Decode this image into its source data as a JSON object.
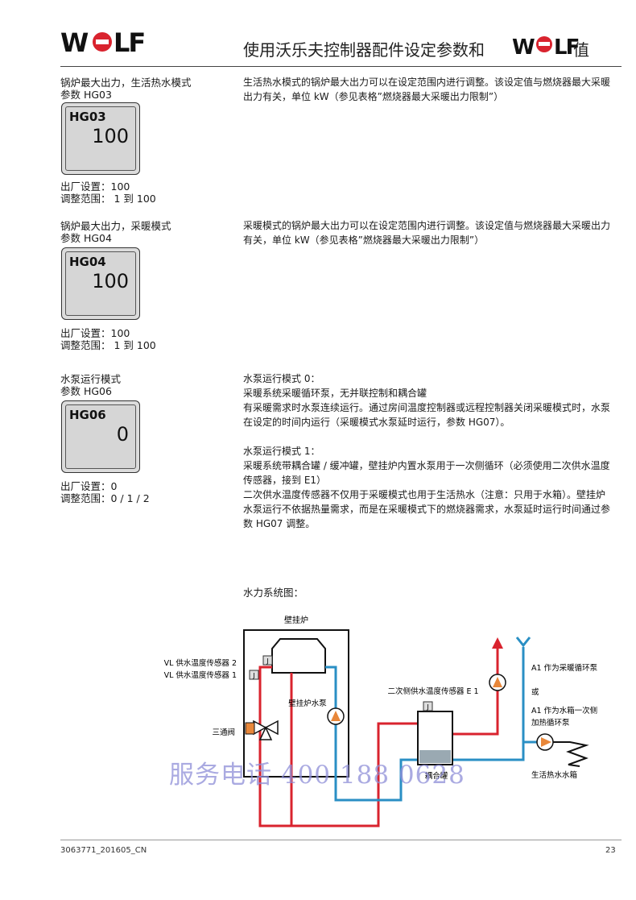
{
  "header": {
    "logo_text": "WOLF",
    "title": "使用沃乐夫控制器配件设定参数和",
    "title_tail": "值"
  },
  "params": [
    {
      "name": "锅炉最大出力，生活热水模式",
      "param_label": "参数 HG03",
      "display_code": "HG03",
      "display_value": "100",
      "factory": "出厂设置：100",
      "range": "调整范围： 1 到 100",
      "description": [
        "生活热水模式的锅炉最大出力可以在设定范围内进行调整。该设定值与燃烧器最大采暖出力有关，单位 kW（参见表格”燃烧器最大采暖出力限制”）"
      ]
    },
    {
      "name": "锅炉最大出力，采暖模式",
      "param_label": "参数 HG04",
      "display_code": "HG04",
      "display_value": "100",
      "factory": "出厂设置：100",
      "range": "调整范围： 1 到 100",
      "description": [
        "采暖模式的锅炉最大出力可以在设定范围内进行调整。该设定值与燃烧器最大采暖出力有关，单位 kW（参见表格”燃烧器最大采暖出力限制”）"
      ]
    },
    {
      "name": "水泵运行模式",
      "param_label": "参数 HG06",
      "display_code": "HG06",
      "display_value": "0",
      "factory": "出厂设置：0",
      "range": "调整范围：0 / 1 / 2",
      "description": [
        "水泵运行模式 0：",
        "采暖系统采暖循环泵，无并联控制和耦合罐",
        "有采暖需求时水泵连续运行。通过房间温度控制器或远程控制器关闭采暖模式时，水泵在设定的时间内运行（采暖模式水泵延时运行，参数 HG07）。",
        "",
        "水泵运行模式 1：",
        "采暖系统带耦合罐 / 缓冲罐，壁挂炉内置水泵用于一次侧循环（必须使用二次供水温度传感器，接到 E1）",
        "二次供水温度传感器不仅用于采暖模式也用于生活热水（注意：只用于水箱）。壁挂炉水泵运行不依据热量需求，而是在采暖模式下的燃烧器需求，水泵延时运行时间通过参数 HG07 调整。"
      ]
    }
  ],
  "diagram": {
    "heading": "水力系统图：",
    "labels": {
      "boiler": "壁挂炉",
      "vl_sensor2": "VL 供水温度传感器 2",
      "vl_sensor1": "VL 供水温度传感器 1",
      "boiler_pump": "壁挂炉水泵",
      "three_way_valve": "三通阀",
      "secondary_sensor": "二次侧供水温度传感器 E 1",
      "coupling_tank": "耦合罐",
      "a1_heating": "A1 作为采暖循环泵",
      "or": "或",
      "a1_tank_line1": "A1 作为水箱一次侧",
      "a1_tank_line2": "加热循环泵",
      "dhw_tank": "生活热水水箱",
      "sensor_mark": "J"
    },
    "colors": {
      "flow": "#d9232e",
      "return": "#2a8fc4",
      "pump": "#e8873a"
    }
  },
  "watermark": "服务电话 400 188 0628",
  "footer": {
    "doc_id": "3063771_201605_CN",
    "page": "23"
  }
}
